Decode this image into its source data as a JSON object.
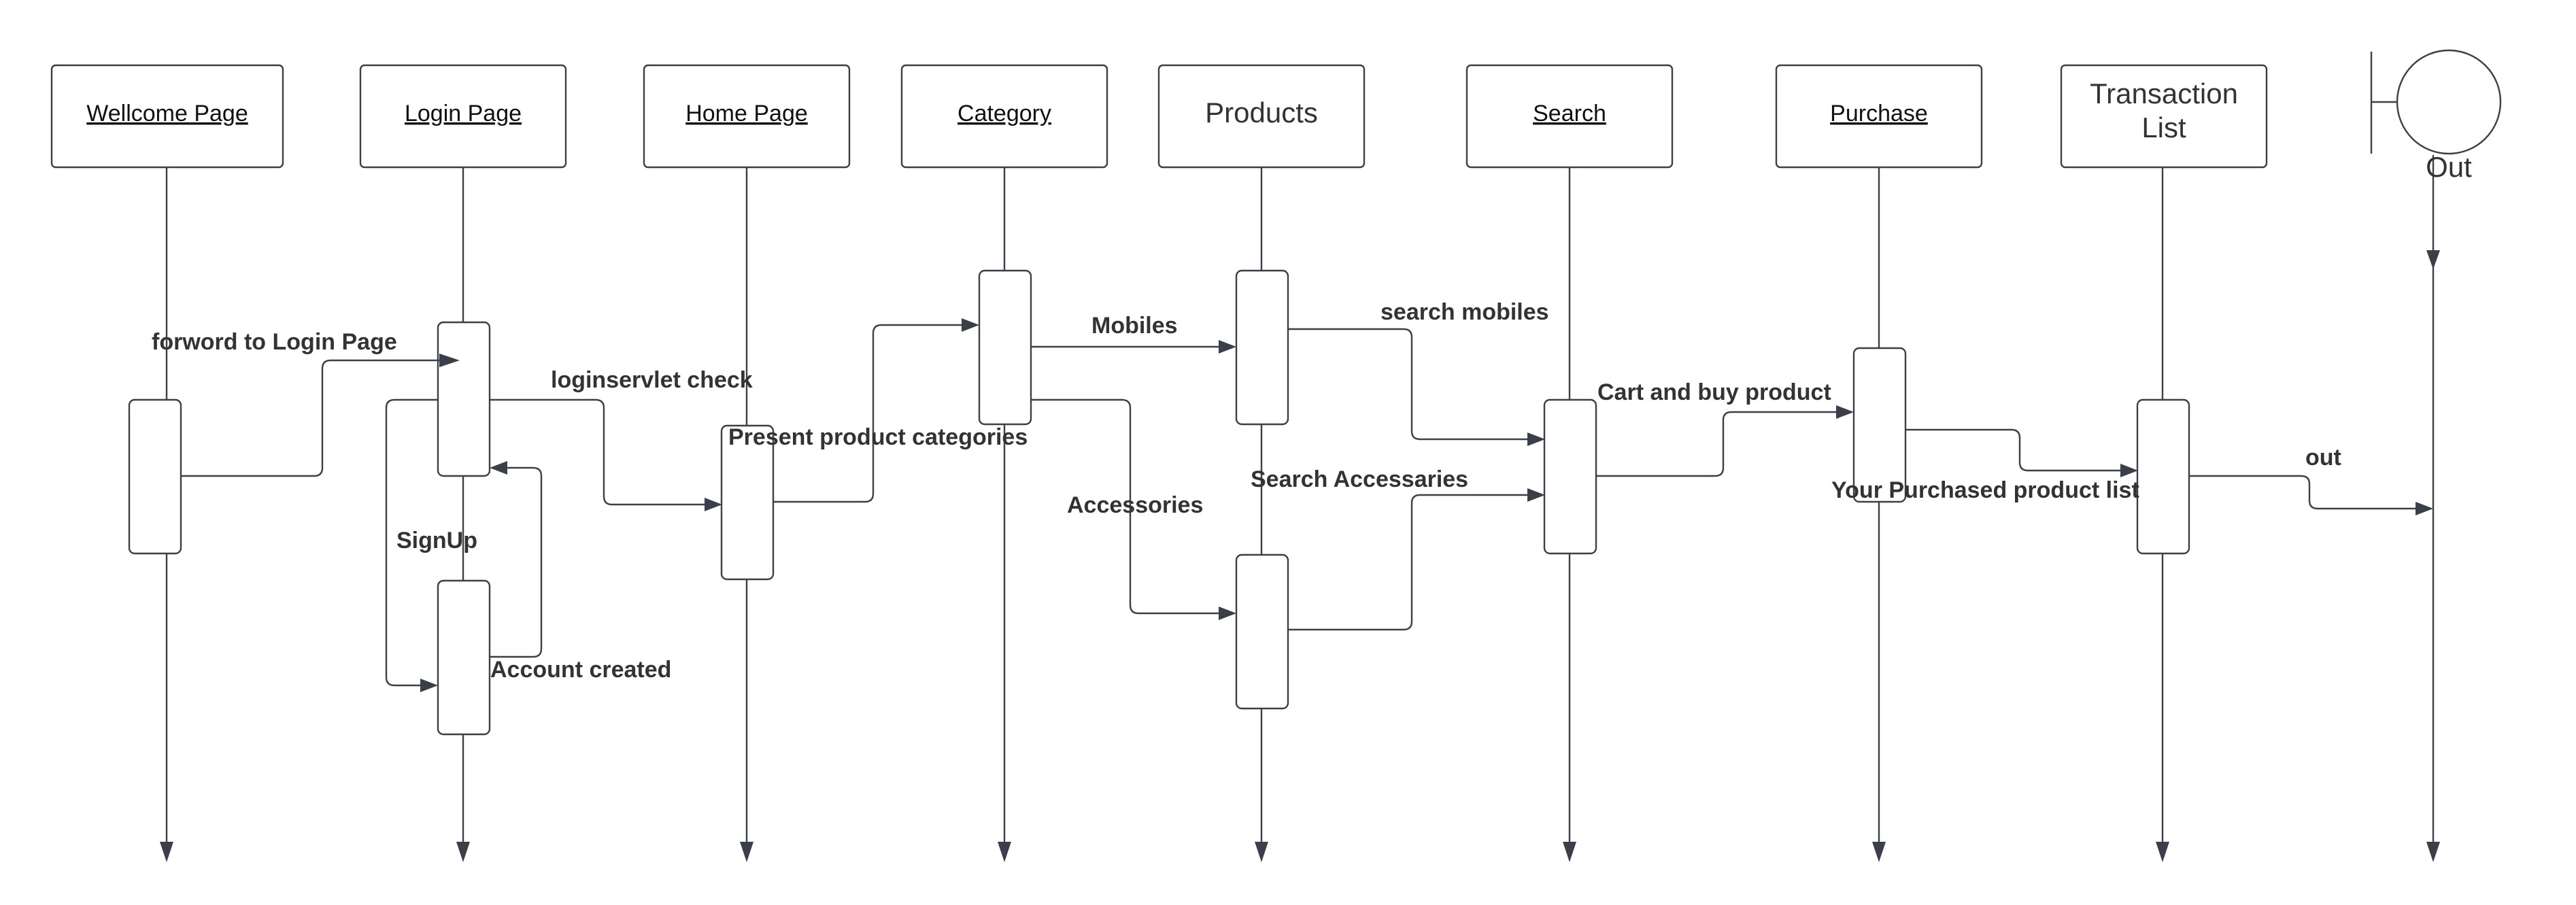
{
  "participants": [
    {
      "id": "welcome",
      "label": "Wellcome Page",
      "underlined": true
    },
    {
      "id": "login",
      "label": "Login Page",
      "underlined": true
    },
    {
      "id": "home",
      "label": "Home Page",
      "underlined": true
    },
    {
      "id": "category",
      "label": "Category",
      "underlined": true
    },
    {
      "id": "products",
      "label": "Products",
      "underlined": false
    },
    {
      "id": "search",
      "label": "Search",
      "underlined": true
    },
    {
      "id": "purchase",
      "label": "Purchase",
      "underlined": true
    },
    {
      "id": "transaction",
      "label": [
        "Transaction",
        "List"
      ],
      "underlined": false
    }
  ],
  "boundary": {
    "label": "Out"
  },
  "messages": {
    "forward_login": "forword to Login Page",
    "loginservlet": "loginservlet check",
    "signup": "SignUp",
    "account_created": "Account created",
    "present_categories": "Present product categories",
    "mobiles": "Mobiles",
    "accessories": "Accessories",
    "search_mobiles": "search mobiles",
    "search_accessaries": "Search Accessaries",
    "cart_buy": "Cart and buy product",
    "purchased_list": "Your Purchased product list",
    "out": "out"
  },
  "colors": {
    "line": "#3a3f4a",
    "text": "#333333"
  }
}
